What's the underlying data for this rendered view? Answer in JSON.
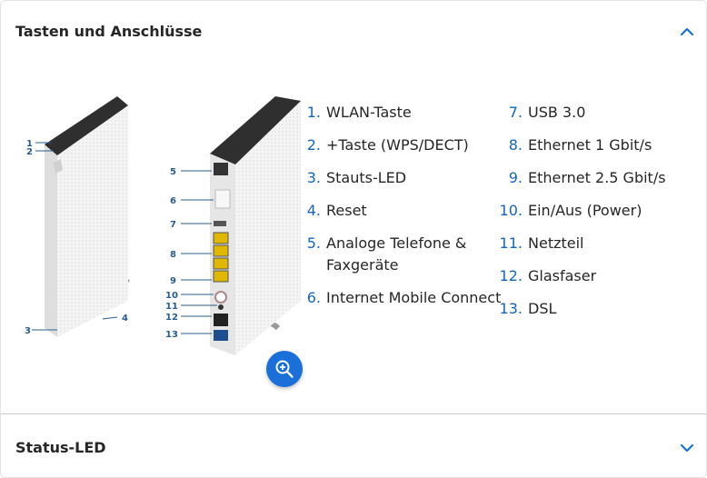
{
  "sections": [
    {
      "title": "Tasten und Anschlüsse",
      "expanded": true
    },
    {
      "title": "Status-LED",
      "expanded": false
    }
  ],
  "legend_left": [
    {
      "num": "1.",
      "label": "WLAN-Taste"
    },
    {
      "num": "2.",
      "label": "+Taste (WPS/DECT)"
    },
    {
      "num": "3.",
      "label": "Stauts-LED"
    },
    {
      "num": "4.",
      "label": "Reset"
    },
    {
      "num": "5.",
      "label": "Analoge Telefone &",
      "label2": "Faxgeräte"
    },
    {
      "num": "6.",
      "label": "Internet Mobile Connect"
    }
  ],
  "legend_right": [
    {
      "num": "7.",
      "label": "USB 3.0"
    },
    {
      "num": "8.",
      "label": "Ethernet 1 Gbit/s"
    },
    {
      "num": "9.",
      "label": "Ethernet 2.5 Gbit/s"
    },
    {
      "num": "10.",
      "label": "Ein/Aus (Power)"
    },
    {
      "num": "11.",
      "label": "Netzteil"
    },
    {
      "num": "12.",
      "label": "Glasfaser"
    },
    {
      "num": "13.",
      "label": "DSL"
    }
  ],
  "callouts_front": [
    "1",
    "2",
    "3",
    "4"
  ],
  "callouts_back": [
    "5",
    "6",
    "7",
    "8",
    "9",
    "10",
    "11",
    "12",
    "13"
  ],
  "icons": {
    "expanded": "chevron-up-icon",
    "collapsed": "chevron-down-icon",
    "zoom": "zoom-in-icon"
  },
  "colors": {
    "accent": "#1a6fd8",
    "number": "#1565c0",
    "callout": "#2a5d8f"
  }
}
